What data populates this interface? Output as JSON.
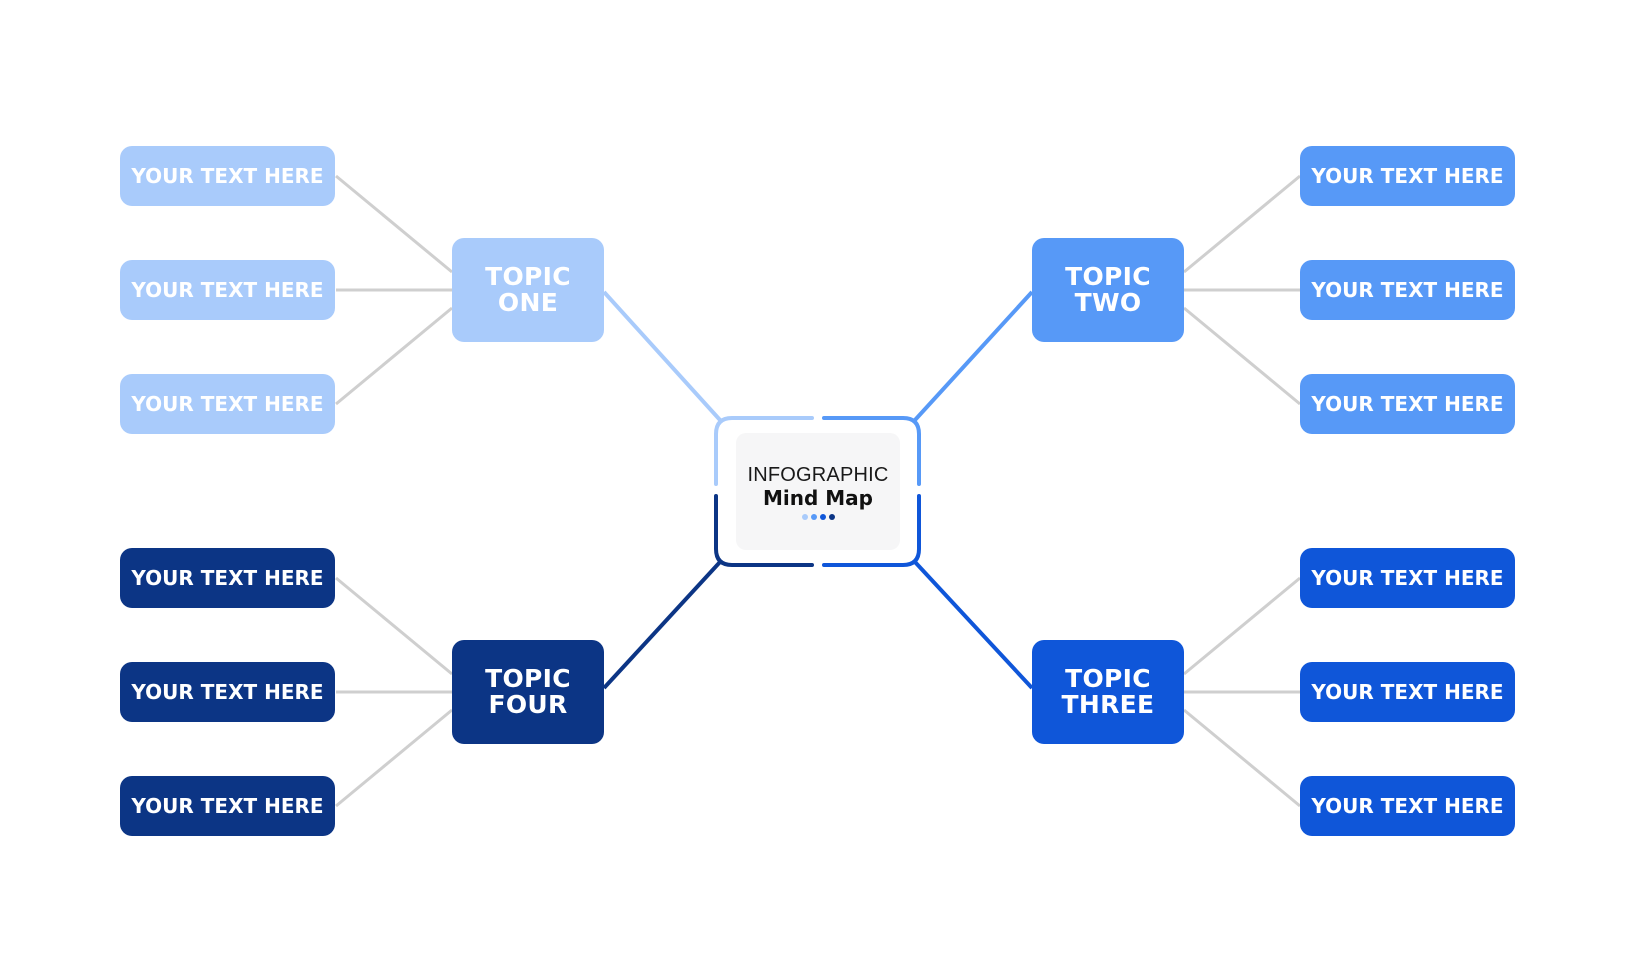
{
  "colors": {
    "topic_one": "#a9cbfb",
    "topic_two": "#5799f7",
    "topic_three": "#0f56d9",
    "topic_four": "#0c3585",
    "leaf_line": "#cfcfcf"
  },
  "center": {
    "title_line1": "INFOGRAPHIC",
    "title_line2": "Mind Map"
  },
  "topics": {
    "one": {
      "line1": "TOPIC",
      "line2": "ONE",
      "items": [
        "YOUR TEXT HERE",
        "YOUR TEXT HERE",
        "YOUR TEXT HERE"
      ]
    },
    "two": {
      "line1": "TOPIC",
      "line2": "TWO",
      "items": [
        "YOUR TEXT HERE",
        "YOUR TEXT HERE",
        "YOUR TEXT HERE"
      ]
    },
    "three": {
      "line1": "TOPIC",
      "line2": "THREE",
      "items": [
        "YOUR TEXT HERE",
        "YOUR TEXT HERE",
        "YOUR TEXT HERE"
      ]
    },
    "four": {
      "line1": "TOPIC",
      "line2": "FOUR",
      "items": [
        "YOUR TEXT HERE",
        "YOUR TEXT HERE",
        "YOUR TEXT HERE"
      ]
    }
  }
}
